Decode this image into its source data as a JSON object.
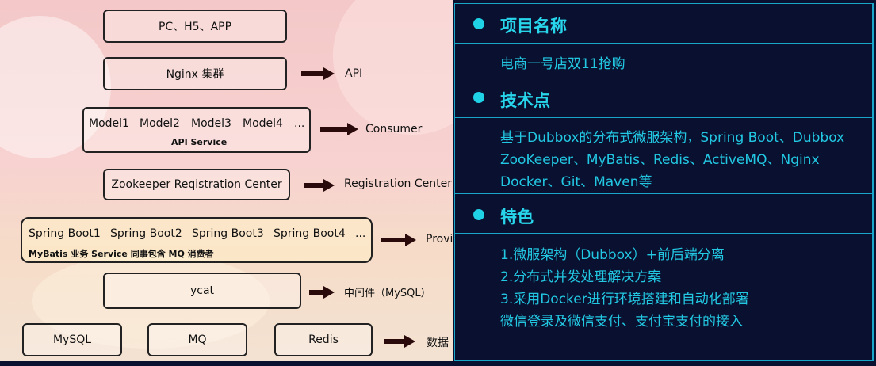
{
  "diagram": {
    "clients": "PC、H5、APP",
    "nginx": "Nginx 集群",
    "api_label": "API",
    "models": [
      "Model1",
      "Model2",
      "Model3",
      "Model4",
      "..."
    ],
    "api_service": "API Service",
    "consumer_label": "Consumer",
    "zookeeper": "Zookeeper Reqistration Center",
    "registration_label": "Registration Center",
    "spring_boots": [
      "Spring Boot1",
      "Spring Boot2",
      "Spring Boot3",
      "Spring Boot4",
      "..."
    ],
    "spring_sub": "MyBatis      业务 Service 同事包含 MQ 消费者",
    "provider_label": "Provi",
    "ycat": "ycat",
    "middleware_label": "中间件（MySQL）",
    "stores": [
      "MySQL",
      "MQ",
      "Redis"
    ],
    "data_label": "数据"
  },
  "panel": {
    "sections": [
      {
        "title": "项目名称",
        "lines": [
          "电商一号店双11抢购"
        ]
      },
      {
        "title": "技术点",
        "lines": [
          "基于Dubbox的分布式微服架构，Spring Boot、Dubbox",
          "ZooKeeper、MyBatis、Redis、ActiveMQ、Nginx",
          "Docker、Git、Maven等"
        ]
      },
      {
        "title": "特色",
        "lines": [
          "1.微服架构（Dubbox）+前后端分离",
          "2.分布式并发处理解决方案",
          "3.采用Docker进行环境搭建和自动化部署",
          "微信登录及微信支付、支付宝支付的接入"
        ]
      }
    ]
  }
}
